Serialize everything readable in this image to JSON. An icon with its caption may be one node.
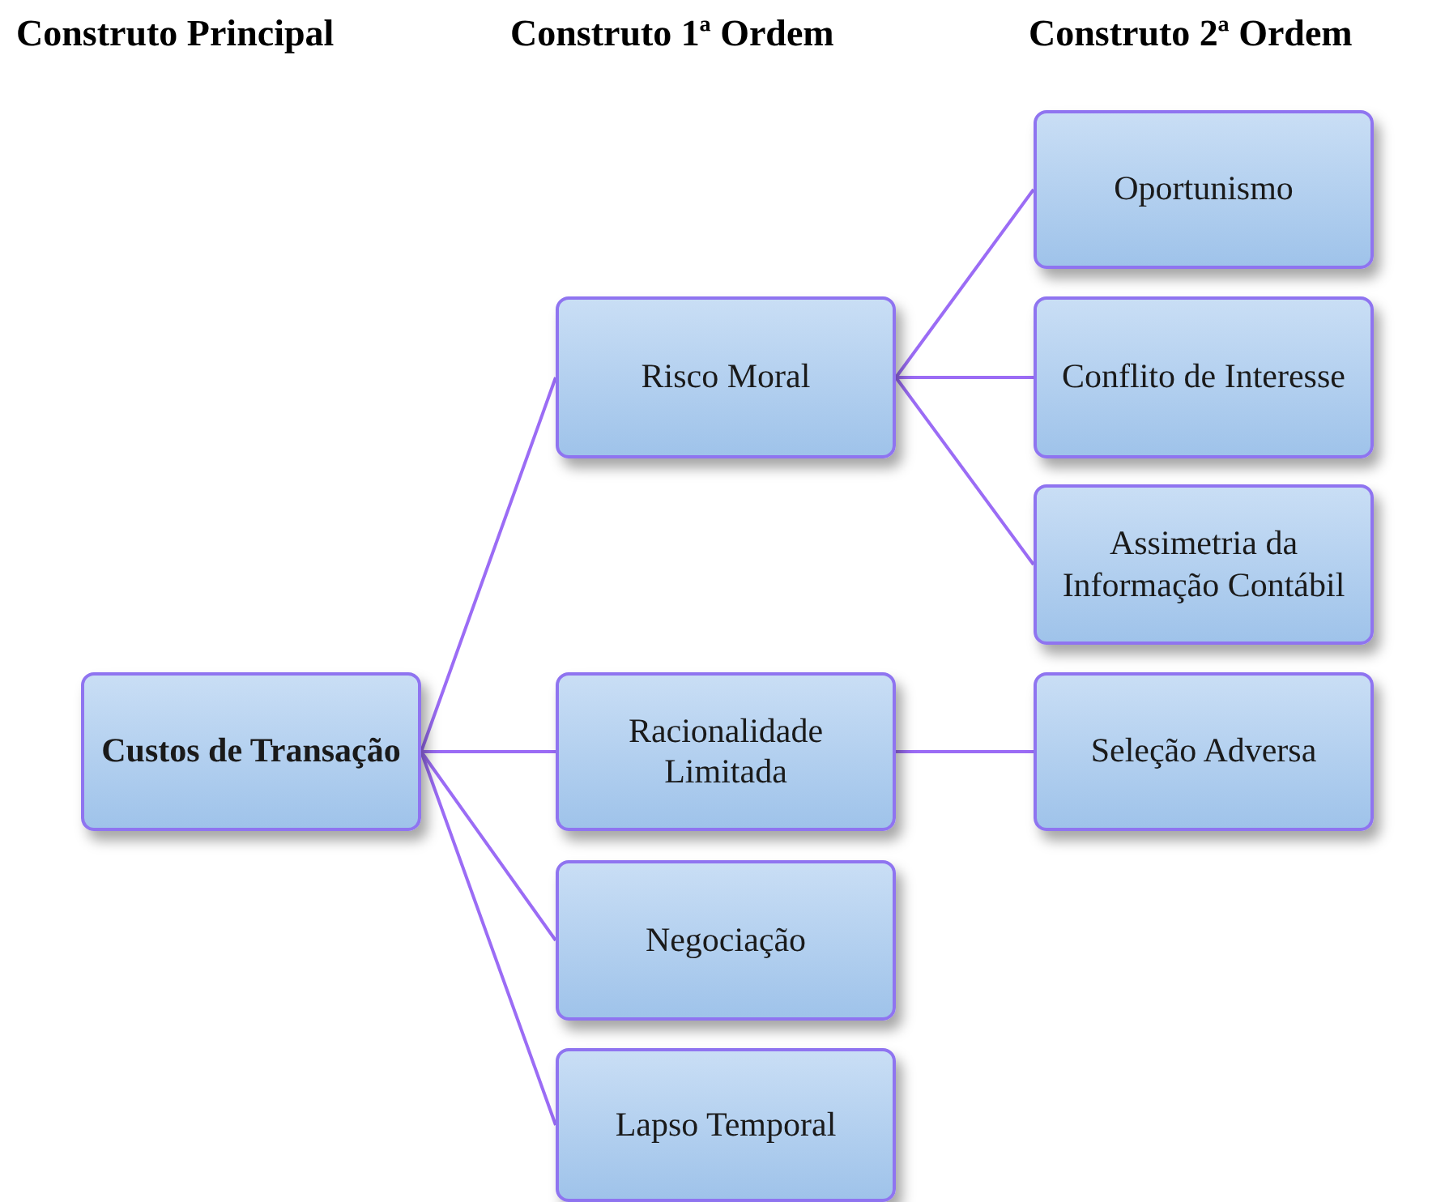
{
  "diagram": {
    "nodes": [
      {
        "text": [
          "Custos de Transação"
        ]
      },
      {
        "text": [
          "Risco Moral"
        ]
      },
      {
        "text": [
          "Oportunismo"
        ]
      },
      {
        "text": [
          "Conflito de Interesse"
        ]
      },
      {
        "text": [
          "Assimetria da Informação Contábil"
        ]
      },
      {
        "text": [
          "Racionalidade Limitada"
        ]
      },
      {
        "text": [
          "Seleção Adversa"
        ]
      },
      {
        "text": [
          "Negociação"
        ]
      },
      {
        "text": [
          "Lapso Temporal"
        ]
      }
    ],
    "edges": [
      {
        "from": 0,
        "to": 1,
        "arrow": "none"
      },
      {
        "from": 0,
        "to": 5,
        "arrow": "none"
      },
      {
        "from": 0,
        "to": 7,
        "arrow": "none"
      },
      {
        "from": 0,
        "to": 8,
        "arrow": "none"
      },
      {
        "from": 1,
        "to": 2,
        "arrow": "none"
      },
      {
        "from": 1,
        "to": 3,
        "arrow": "none"
      },
      {
        "from": 1,
        "to": 4,
        "arrow": "none"
      },
      {
        "from": 5,
        "to": 6,
        "arrow": "none"
      }
    ],
    "labels": [
      "Construto Principal",
      "Construto 1ª Ordem",
      "Construto 2ª Ordem"
    ]
  }
}
